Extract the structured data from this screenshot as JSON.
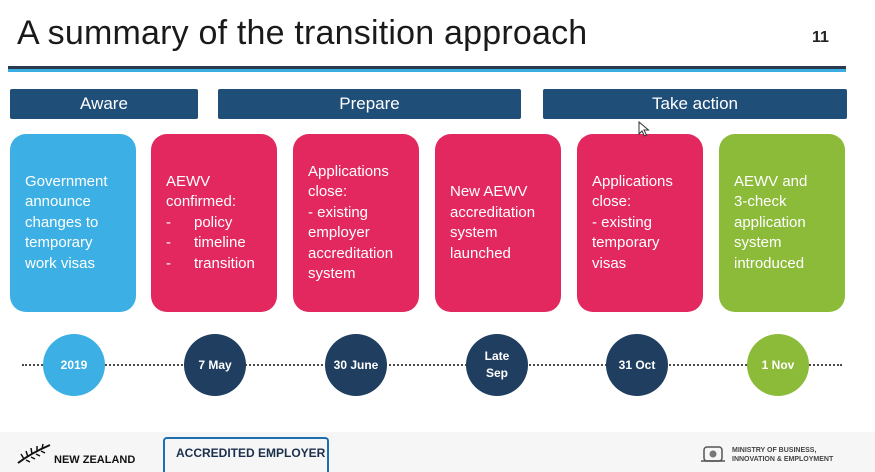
{
  "title": "A summary of the transition approach",
  "page_number": "11",
  "phases": [
    "Aware",
    "Prepare",
    "Take action"
  ],
  "cards": {
    "gov": [
      "Government",
      "announce",
      "changes to",
      "temporary",
      "work visas"
    ],
    "aewv_heading": [
      "AEWV",
      "confirmed:"
    ],
    "aewv_bullets": [
      "policy",
      "timeline",
      "transition"
    ],
    "apps1": [
      "Applications",
      "close:",
      "- existing",
      "employer",
      "accreditation",
      "system"
    ],
    "new_aewv": [
      "New AEWV",
      "accreditation",
      "system",
      "launched"
    ],
    "apps2": [
      "Applications",
      "close:",
      "- existing",
      "temporary",
      "visas"
    ],
    "check": [
      "AEWV and",
      "3-check",
      "application",
      "system",
      "introduced"
    ]
  },
  "dates": [
    "2019",
    "7 May",
    "30 June",
    "Late",
    "Sep",
    "31 Oct",
    "1 Nov"
  ],
  "colors": {
    "blue": "#3cb0e4",
    "pink": "#e2285e",
    "green": "#8cbb3a",
    "navy": "#1f3e60",
    "bar": "#1f4e79"
  },
  "footer": {
    "nz": "NEW ZEALAND",
    "accredited": "ACCREDITED EMPLOYER",
    "mbie_1": "MINISTRY OF BUSINESS,",
    "mbie_2": "INNOVATION & EMPLOYMENT"
  }
}
